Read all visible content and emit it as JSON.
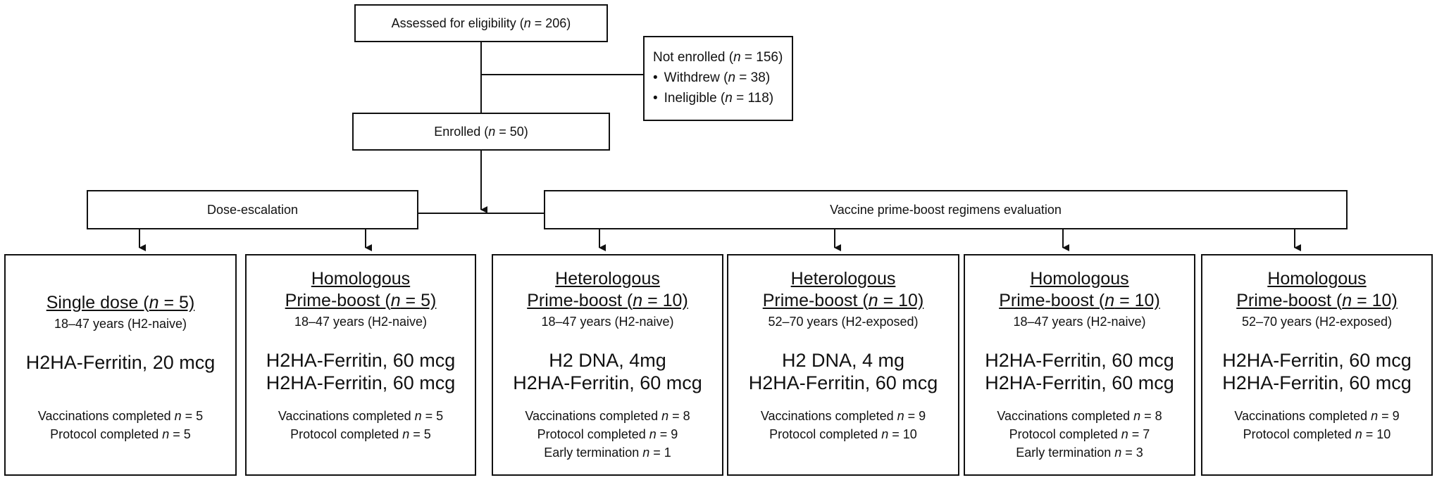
{
  "assessed": {
    "label": "Assessed for eligibility (",
    "n_symbol": "n",
    "rest": " = 206)"
  },
  "not_enrolled": {
    "label": "Not enrolled (",
    "n_symbol": "n",
    "rest": " = 156)",
    "items": [
      {
        "label": "Withdrew (",
        "n_symbol": "n",
        "rest": " = 38)"
      },
      {
        "label": "Ineligible (",
        "n_symbol": "n",
        "rest": " = 118)"
      }
    ]
  },
  "enrolled": {
    "label": "Enrolled (",
    "n_symbol": "n",
    "rest": " = 50)"
  },
  "groups": {
    "dose_escalation": "Dose-escalation",
    "prime_boost": "Vaccine prime-boost regimens evaluation"
  },
  "arms": [
    {
      "title_a": "Single dose (",
      "title_n": "n",
      "title_b": " = 5)",
      "age": "18–47 years (H2-naive)",
      "drug1": "H2HA-Ferritin, 20 mcg",
      "drug2": "",
      "vacc_label": "Vaccinations completed ",
      "vacc_value": " = 5",
      "prot_label": "Protocol completed ",
      "prot_value": " = 5",
      "early_label": "",
      "early_value": ""
    },
    {
      "title_line1": "Homologous",
      "title_a": "Prime-boost (",
      "title_n": "n",
      "title_b": " = 5)",
      "age": "18–47 years (H2-naive)",
      "drug1": "H2HA-Ferritin, 60 mcg",
      "drug2": "H2HA-Ferritin, 60 mcg",
      "vacc_label": "Vaccinations completed ",
      "vacc_value": " = 5",
      "prot_label": "Protocol completed ",
      "prot_value": " = 5",
      "early_label": "",
      "early_value": ""
    },
    {
      "title_line1": "Heterologous",
      "title_a": "Prime-boost (",
      "title_n": "n",
      "title_b": " = 10)",
      "age": "18–47 years (H2-naive)",
      "drug1": "H2 DNA, 4mg",
      "drug2": "H2HA-Ferritin, 60 mcg",
      "vacc_label": "Vaccinations completed ",
      "vacc_value": " = 8",
      "prot_label": "Protocol completed ",
      "prot_value": " = 9",
      "early_label": "Early termination ",
      "early_value": " = 1"
    },
    {
      "title_line1": "Heterologous",
      "title_a": "Prime-boost (",
      "title_n": "n",
      "title_b": " = 10)",
      "age": "52–70 years (H2-exposed)",
      "drug1": "H2 DNA, 4 mg",
      "drug2": "H2HA-Ferritin, 60 mcg",
      "vacc_label": "Vaccinations completed ",
      "vacc_value": " = 9",
      "prot_label": "Protocol completed ",
      "prot_value": " = 10",
      "early_label": "",
      "early_value": ""
    },
    {
      "title_line1": "Homologous",
      "title_a": "Prime-boost (",
      "title_n": "n",
      "title_b": " = 10)",
      "age": "18–47 years (H2-naive)",
      "drug1": "H2HA-Ferritin, 60 mcg",
      "drug2": "H2HA-Ferritin, 60 mcg",
      "vacc_label": "Vaccinations completed ",
      "vacc_value": " = 8",
      "prot_label": "Protocol completed ",
      "prot_value": " = 7",
      "early_label": "Early termination ",
      "early_value": " = 3"
    },
    {
      "title_line1": "Homologous",
      "title_a": "Prime-boost (",
      "title_n": "n",
      "title_b": " = 10)",
      "age": "52–70 years (H2-exposed)",
      "drug1": "H2HA-Ferritin, 60 mcg",
      "drug2": "H2HA-Ferritin, 60 mcg",
      "vacc_label": "Vaccinations completed ",
      "vacc_value": " = 9",
      "prot_label": "Protocol completed ",
      "prot_value": " = 10",
      "early_label": "",
      "early_value": ""
    }
  ],
  "n_symbol": "n"
}
